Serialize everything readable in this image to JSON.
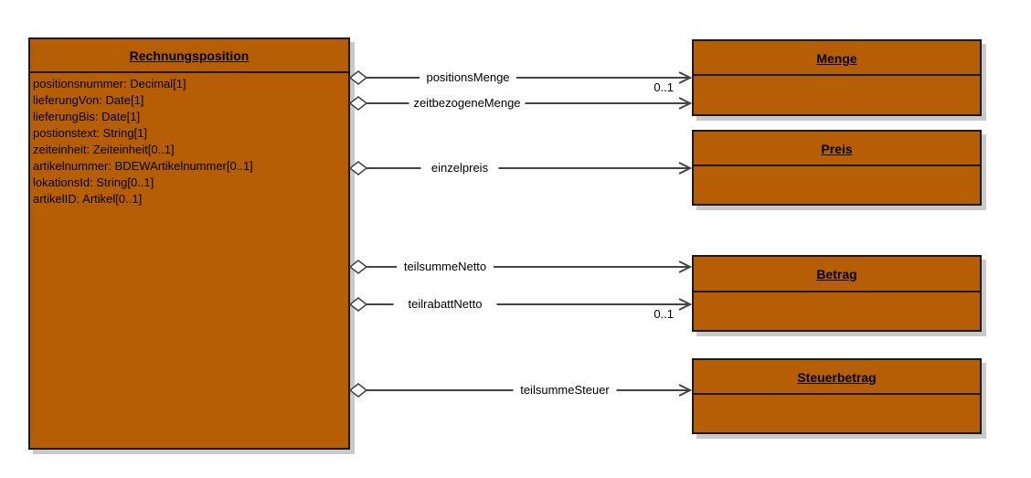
{
  "source_class": {
    "name": "Rechnungsposition",
    "attributes": [
      "positionsnummer: Decimal[1]",
      "lieferungVon: Date[1]",
      "lieferungBis: Date[1]",
      "postionstext: String[1]",
      "zeiteinheit: Zeiteinheit[0..1]",
      "artikelnummer: BDEWArtikelnummer[0..1]",
      "lokationsId: String[0..1]",
      "artikelID: Artikel[0..1]"
    ]
  },
  "target_classes": [
    {
      "id": "menge",
      "name": "Menge"
    },
    {
      "id": "preis",
      "name": "Preis"
    },
    {
      "id": "betrag",
      "name": "Betrag"
    },
    {
      "id": "steuerbetrag",
      "name": "Steuerbetrag"
    }
  ],
  "associations": [
    {
      "role": "positionsMenge",
      "target": "menge",
      "multiplicity": "0..1"
    },
    {
      "role": "zeitbezogeneMenge",
      "target": "menge",
      "multiplicity": ""
    },
    {
      "role": "einzelpreis",
      "target": "preis",
      "multiplicity": ""
    },
    {
      "role": "teilsummeNetto",
      "target": "betrag",
      "multiplicity": ""
    },
    {
      "role": "teilrabattNetto",
      "target": "betrag",
      "multiplicity": "0..1"
    },
    {
      "role": "teilsummeSteuer",
      "target": "steuerbetrag",
      "multiplicity": ""
    }
  ],
  "colors": {
    "class_fill": "#b55e06",
    "line": "#444444",
    "border": "#1a1a1a"
  }
}
